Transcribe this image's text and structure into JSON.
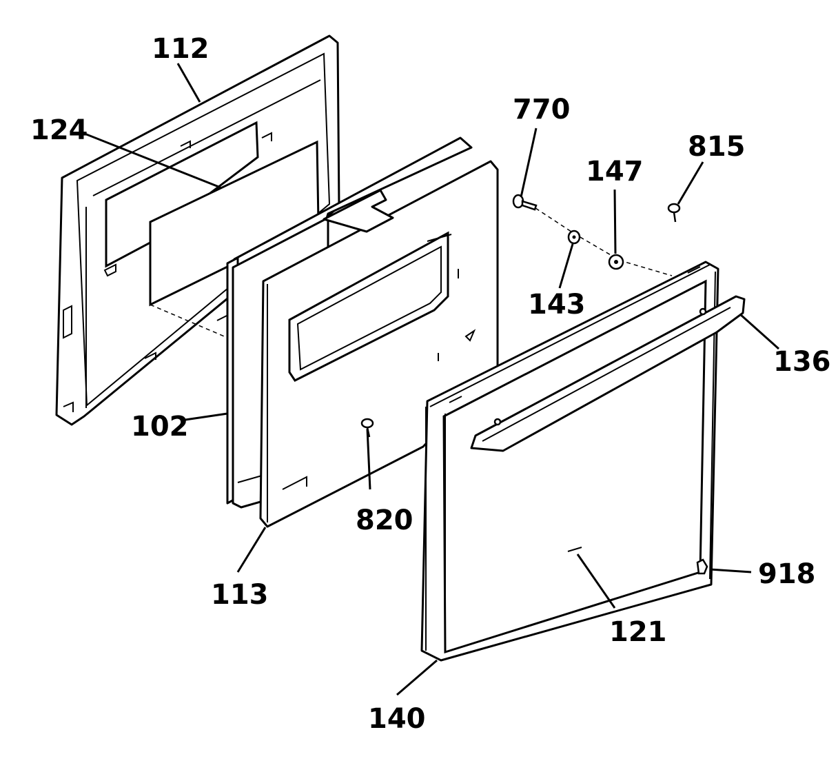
{
  "diagram": {
    "callouts": {
      "door_inner_panel": "112",
      "inner_glass": "124",
      "insulation_frame": "102",
      "door_liner_panel": "113",
      "liner_screw": "820",
      "handle_screw": "770",
      "spacer": "143",
      "washer": "147",
      "screw_815": "815",
      "handle": "136",
      "outer_glass": "121",
      "outer_door_frame": "140",
      "clip_918": "918"
    }
  }
}
